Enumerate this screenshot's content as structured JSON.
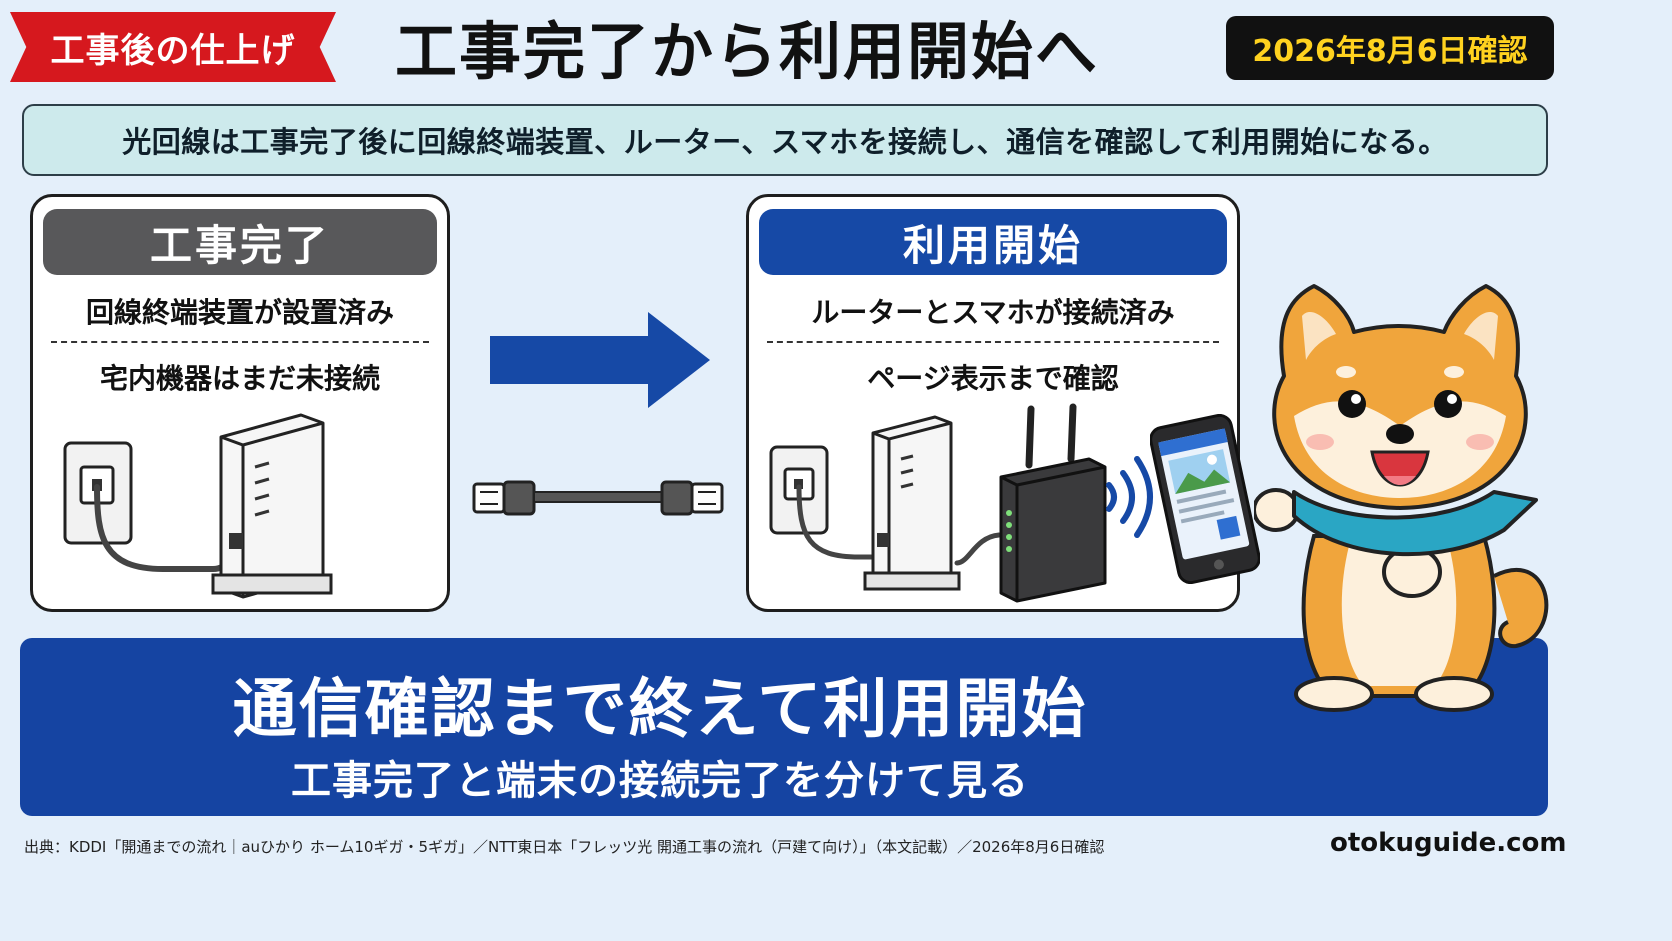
{
  "header": {
    "tag": "工事後の仕上げ",
    "title": "工事完了から利用開始へ",
    "date_badge": "2026年8月6日確認"
  },
  "summary": "光回線は工事完了後に回線終端装置、ルーター、スマホを接続し、通信を確認して利用開始になる。",
  "left_panel": {
    "heading": "工事完了",
    "line1": "回線終端装置が設置済み",
    "line2": "宅内機器はまだ未接続"
  },
  "right_panel": {
    "heading": "利用開始",
    "line1": "ルーターとスマホが接続済み",
    "line2": "ページ表示まで確認"
  },
  "bottom_banner": {
    "main": "通信確認まで終えて利用開始",
    "sub": "工事完了と端末の接続完了を分けて見る"
  },
  "footer": {
    "source": "出典：KDDI「開通までの流れ｜auひかり ホーム10ギガ・5ギガ」／NTT東日本「フレッツ光 開通工事の流れ（戸建て向け）」（本文記載）／2026年8月6日確認",
    "site": "otokuguide.com"
  },
  "colors": {
    "background": "#e4effa",
    "tag_red": "#d6181e",
    "badge_yellow": "#ffd21f",
    "brand_blue": "#1649a6",
    "summary_bg": "#cdeaec",
    "gray_head": "#58585a",
    "mascot_orange": "#f0a53c",
    "scarf_teal": "#2aa6c4"
  },
  "icons": {
    "arrow": "right-arrow-icon",
    "cable": "lan-cable-icon",
    "wall_outlet": "wall-outlet-icon",
    "onu": "onu-device-icon",
    "router": "wifi-router-icon",
    "wifi_waves": "wifi-signal-icon",
    "phone": "smartphone-icon",
    "mascot": "shiba-dog-mascot"
  }
}
